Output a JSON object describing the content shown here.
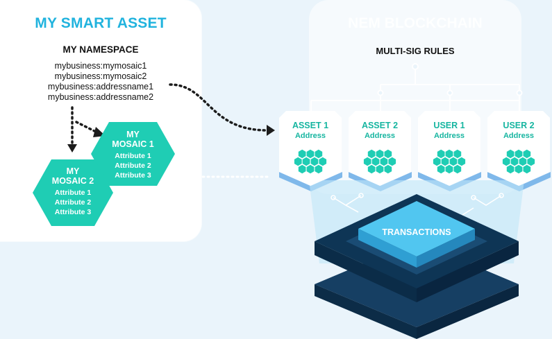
{
  "left_panel": {
    "title": "MY SMART ASSET",
    "namespace_title": "MY NAMESPACE",
    "namespace_items": [
      "mybusiness:mymosaic1",
      "mybusiness:mymosaic2",
      "mybusiness:addressname1",
      "mybusiness:addressname2"
    ],
    "mosaic1": {
      "title_line1": "MY",
      "title_line2": "MOSAIC 1",
      "attributes": [
        "Attribute 1",
        "Attribute 2",
        "Attribute 3"
      ]
    },
    "mosaic2": {
      "title_line1": "MY",
      "title_line2": "MOSAIC 2",
      "attributes": [
        "Attribute 1",
        "Attribute 2",
        "Attribute 3"
      ]
    }
  },
  "right_panel": {
    "title": "NEM BLOCKCHAIN",
    "rules_title": "MULTI-SIG RULES",
    "cards": [
      {
        "title": "ASSET 1",
        "subtitle": "Address"
      },
      {
        "title": "ASSET 2",
        "subtitle": "Address"
      },
      {
        "title": "USER 1",
        "subtitle": "Address"
      },
      {
        "title": "USER 2",
        "subtitle": "Address"
      }
    ],
    "transactions_label": "TRANSACTIONS"
  },
  "colors": {
    "teal": "#1fcdb4",
    "accent_blue": "#21b3de",
    "dark_navy": "#0d3b5c",
    "light_blue": "#4fc3ef",
    "background": "#eaf4fb"
  }
}
